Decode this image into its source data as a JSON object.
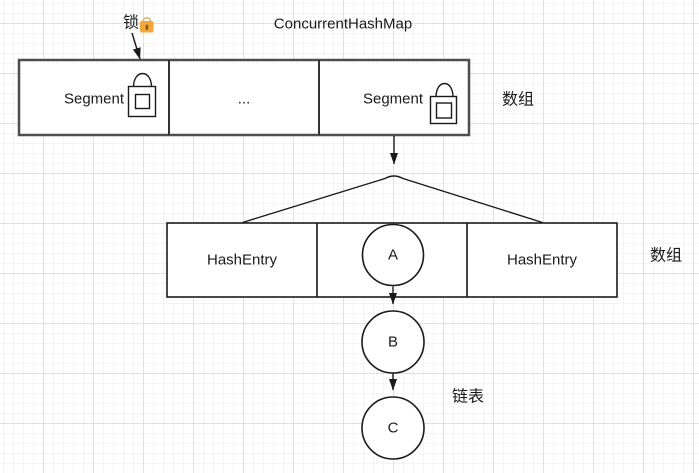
{
  "diagram": {
    "title": "ConcurrentHashMap",
    "lock_annotation": {
      "label": "锁"
    },
    "segment_row": {
      "side_label": "数组",
      "cells": [
        {
          "label": "Segment"
        },
        {
          "label": "..."
        },
        {
          "label": "Segment"
        }
      ]
    },
    "hash_entry_row": {
      "side_label": "数组",
      "cells": [
        {
          "label": "HashEntry"
        },
        {
          "label": "A"
        },
        {
          "label": "HashEntry"
        }
      ]
    },
    "linked_list": {
      "side_label": "链表",
      "nodes": [
        {
          "label": "B"
        },
        {
          "label": "C"
        }
      ]
    },
    "icons": {
      "lock_emoji": "🔒",
      "padlock_shape": "padlock-outline"
    },
    "colors": {
      "background": "#ffffff",
      "grid_minor": "#f4f4f4",
      "grid_major": "#e1e1e1",
      "shape_fill": "#ffffff",
      "stroke": "#1a1a1a",
      "segment_row_border": "#4d4d4d",
      "emoji_lock_body": "#f2a73d",
      "emoji_lock_shackle": "#dfc07a",
      "emoji_lock_keyhole": "#8a5a00"
    }
  }
}
